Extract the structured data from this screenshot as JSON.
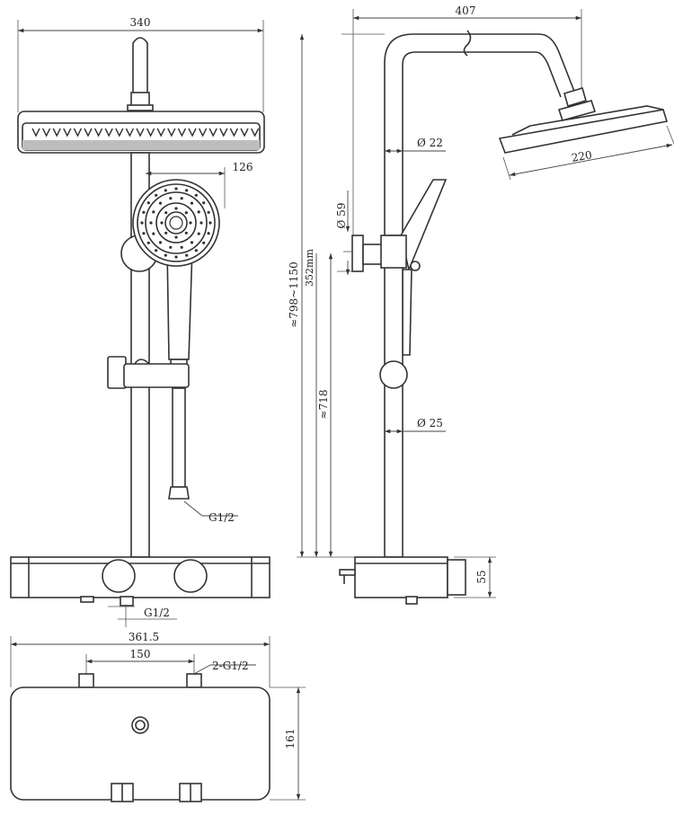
{
  "dimensions": {
    "top_width": "340",
    "side_width": "407",
    "hand_shower_offset": "126",
    "pipe_upper_dia": "Ø 22",
    "pipe_lower_dia": "Ø 25",
    "head_dia": "220",
    "bracket_dia": "Ø 59",
    "height_range": "≈798~1150",
    "bracket_height": "352mm",
    "pipe_height": "≈718",
    "hose_thread": "G1/2",
    "outlet_thread": "G1/2",
    "valve_height": "55",
    "valve_width": "361.5",
    "inlet_spacing": "150",
    "inlet_thread": "2-G1/2",
    "valve_depth": "161"
  }
}
